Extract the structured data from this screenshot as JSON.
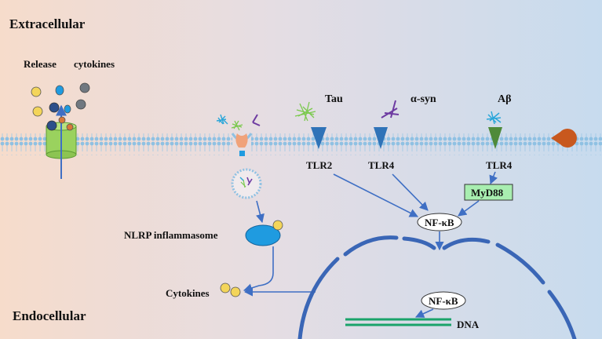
{
  "regions": {
    "top": "Extracellular",
    "bottom": "Endocellular"
  },
  "labels": {
    "release": "Release",
    "cytokines_release": "cytokines",
    "tau": "Tau",
    "asyn": "α-syn",
    "abeta": "Aβ",
    "tlr2": "TLR2",
    "tlr4_a": "TLR4",
    "tlr4_b": "TLR4",
    "myd88": "MyD88",
    "nfkb_top": "NF-κB",
    "nfkb_nucleus": "NF-κB",
    "nlrp": "NLRP inflammasome",
    "cytokines_out": "Cytokines",
    "dna": "DNA"
  },
  "colors": {
    "background_left": "#f6dccb",
    "background_right": "#c9dcee",
    "membrane": "#93c3e2",
    "receptor_tlr": "#2f73b8",
    "receptor_abeta": "#4e8a3a",
    "arrow": "#3f6fc4",
    "nucleus": "#3a66b6",
    "myd88_fill": "#a8eeb0",
    "inflammasome": "#1f9be0",
    "dna": "#1aa36a",
    "channel": "#9ad25e"
  },
  "icons": {
    "membrane_channel": "cylinder-channel-icon",
    "cytokine": "cytokine-dot-icon",
    "protein_aggregate": "fibril-icon",
    "receptor": "triangle-receptor-icon",
    "pacman_receptor": "pacman-icon",
    "vesicle": "vesicle-icon"
  }
}
